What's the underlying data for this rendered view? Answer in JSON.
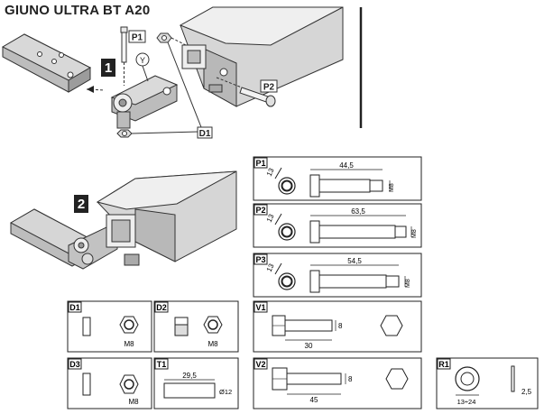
{
  "title": "GIUNO ULTRA BT A20",
  "steps": {
    "one": "1",
    "two": "2"
  },
  "callouts": {
    "p1": "P1",
    "p2": "P2",
    "d1": "D1",
    "y": "Y"
  },
  "parts": {
    "p1": {
      "code": "P1",
      "diag": "13",
      "length": "44,5",
      "thread": "M8"
    },
    "p2": {
      "code": "P2",
      "diag": "13",
      "length": "63,5",
      "thread": "M8"
    },
    "p3": {
      "code": "P3",
      "diag": "13",
      "length": "54,5",
      "thread": "M8"
    },
    "d1": {
      "code": "D1",
      "thread": "M8"
    },
    "d2": {
      "code": "D2",
      "thread": "M8"
    },
    "d3": {
      "code": "D3",
      "thread": "M8"
    },
    "t1": {
      "code": "T1",
      "length": "29,5",
      "diameter": "Ø12"
    },
    "v1": {
      "code": "V1",
      "height": "8",
      "length": "30"
    },
    "v2": {
      "code": "V2",
      "height": "8",
      "length": "45"
    },
    "r1": {
      "code": "R1",
      "range": "13÷24",
      "thickness": "2,5"
    }
  }
}
